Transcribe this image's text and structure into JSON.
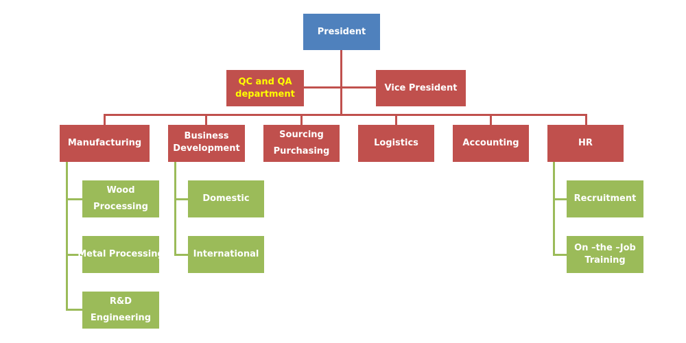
{
  "top": {
    "president": "President",
    "qc_qa": [
      "QC and QA",
      "department"
    ],
    "vice_president": "Vice President"
  },
  "departments": {
    "manufacturing": "Manufacturing",
    "business_development": [
      "Business",
      "Development"
    ],
    "sourcing": [
      "Sourcing",
      "Purchasing"
    ],
    "logistics": "Logistics",
    "accounting": "Accounting",
    "hr": "HR"
  },
  "manufacturing_sub": {
    "wood": [
      "Wood",
      "Processing"
    ],
    "metal": "Metal Processing",
    "rnd": [
      "R&D",
      "Engineering"
    ]
  },
  "business_sub": {
    "domestic": "Domestic",
    "international": "International"
  },
  "hr_sub": {
    "recruitment": "Recruitment",
    "training": [
      "On –the –Job",
      "Training"
    ]
  },
  "colors": {
    "executive": "#4f81bd",
    "department": "#c0504d",
    "subunit": "#9bbb59",
    "highlight_text": "#ffff00"
  }
}
